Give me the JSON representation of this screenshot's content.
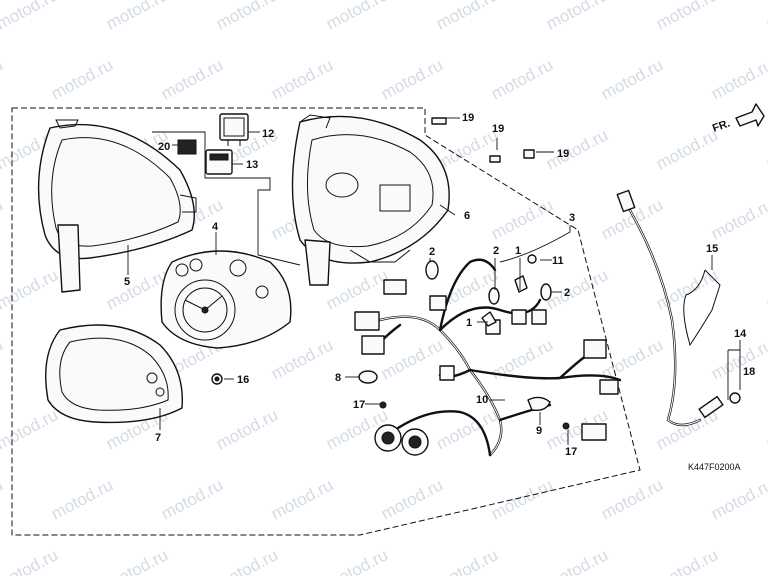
{
  "diagram": {
    "drawing_code": "K447F0200A",
    "direction_label": "FR.",
    "watermark": "motod.ru",
    "part_numbers": [
      "1",
      "2",
      "3",
      "4",
      "5",
      "6",
      "7",
      "8",
      "9",
      "10",
      "11",
      "12",
      "13",
      "14",
      "15",
      "16",
      "17",
      "18",
      "19",
      "20"
    ]
  },
  "callouts": [
    {
      "id": "c1a",
      "label": "1"
    },
    {
      "id": "c1b",
      "label": "1"
    },
    {
      "id": "c2a",
      "label": "2"
    },
    {
      "id": "c2b",
      "label": "2"
    },
    {
      "id": "c2c",
      "label": "2"
    },
    {
      "id": "c3",
      "label": "3"
    },
    {
      "id": "c4",
      "label": "4"
    },
    {
      "id": "c5",
      "label": "5"
    },
    {
      "id": "c6",
      "label": "6"
    },
    {
      "id": "c7",
      "label": "7"
    },
    {
      "id": "c8",
      "label": "8"
    },
    {
      "id": "c9",
      "label": "9"
    },
    {
      "id": "c10",
      "label": "10"
    },
    {
      "id": "c11",
      "label": "11"
    },
    {
      "id": "c12",
      "label": "12"
    },
    {
      "id": "c13",
      "label": "13"
    },
    {
      "id": "c14",
      "label": "14"
    },
    {
      "id": "c15",
      "label": "15"
    },
    {
      "id": "c16",
      "label": "16"
    },
    {
      "id": "c17a",
      "label": "17"
    },
    {
      "id": "c17b",
      "label": "17"
    },
    {
      "id": "c18",
      "label": "18"
    },
    {
      "id": "c19a",
      "label": "19"
    },
    {
      "id": "c19b",
      "label": "19"
    },
    {
      "id": "c19c",
      "label": "19"
    },
    {
      "id": "c20",
      "label": "20"
    }
  ]
}
